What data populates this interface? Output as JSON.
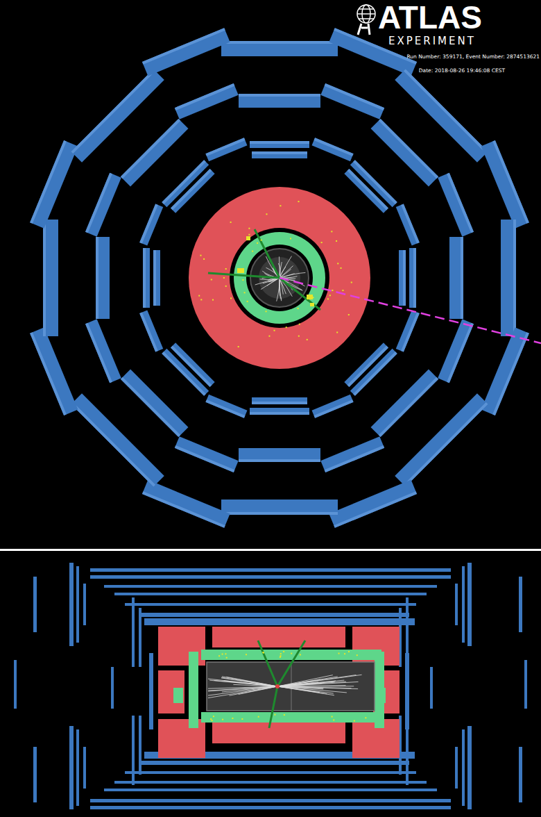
{
  "diagram": {
    "labels": [
      "ATLAS",
      "EXPERIMENT",
      "Run Number: 359171, Event Number: 2874513621",
      "Date: 2018-08-26 19:46:08 CEST"
    ]
  }
}
